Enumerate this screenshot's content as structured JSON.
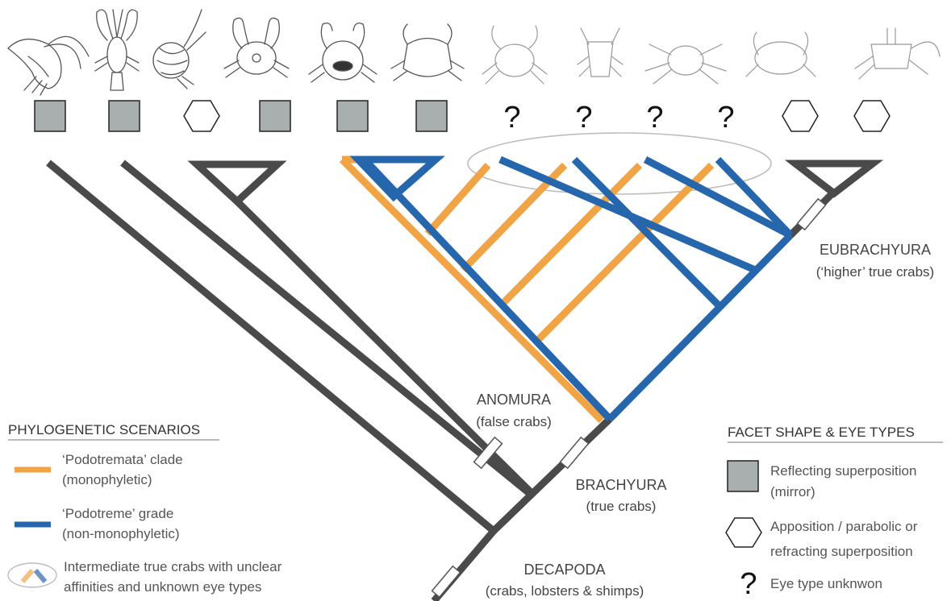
{
  "taxa": [
    {
      "name": "shrimp-drawing",
      "eye": "square"
    },
    {
      "name": "lobster-drawing",
      "eye": "square"
    },
    {
      "name": "hermit-crab-drawing",
      "eye": "hexagon"
    },
    {
      "name": "squat-crab-drawing",
      "eye": "square"
    },
    {
      "name": "dromiid-crab-drawing",
      "eye": "square"
    },
    {
      "name": "raninid-crab-drawing",
      "eye": "square"
    },
    {
      "name": "intermediate-crab-1-drawing",
      "eye": "question"
    },
    {
      "name": "intermediate-crab-2-drawing",
      "eye": "question"
    },
    {
      "name": "intermediate-crab-3-drawing",
      "eye": "question"
    },
    {
      "name": "intermediate-crab-4-drawing",
      "eye": "question"
    },
    {
      "name": "portunid-crab-drawing",
      "eye": "hexagon"
    },
    {
      "name": "fiddler-crab-drawing",
      "eye": "hexagon"
    }
  ],
  "question_glyph": "?",
  "nodes": {
    "eubrachyura": {
      "title": "EUBRACHYURA",
      "subtitle": "(‘higher’ true crabs)"
    },
    "anomura": {
      "title": "ANOMURA",
      "subtitle": "(false crabs)"
    },
    "brachyura": {
      "title": "BRACHYURA",
      "subtitle": "(true crabs)"
    },
    "decapoda": {
      "title": "DECAPODA",
      "subtitle": "(crabs, lobsters & shimps)"
    }
  },
  "legend_left": {
    "heading": "PHYLOGENETIC SCENARIOS",
    "items": [
      {
        "line1": "‘Podotremata’ clade",
        "line2": "(monophyletic)",
        "color": "#f0a446"
      },
      {
        "line1": "‘Podotreme’ grade",
        "line2": "(non-monophyletic)",
        "color": "#2566ad"
      },
      {
        "line1": "Intermediate true crabs with unclear",
        "line2": "affinities and unknown eye types"
      }
    ]
  },
  "legend_right": {
    "heading": "FACET SHAPE & EYE TYPES",
    "items": [
      {
        "line1": "Reflecting superposition",
        "line2": "(mirror)"
      },
      {
        "line1": "Apposition / parabolic or",
        "line2": "refracting superposition"
      },
      {
        "line1": "Eye type unknwon",
        "line2": ""
      }
    ]
  },
  "colors": {
    "trunk": "#4a4a4a",
    "orange": "#f0a446",
    "orange_light": "#f5c07f",
    "blue": "#2566ad",
    "square_fill": "#a9aeae"
  }
}
